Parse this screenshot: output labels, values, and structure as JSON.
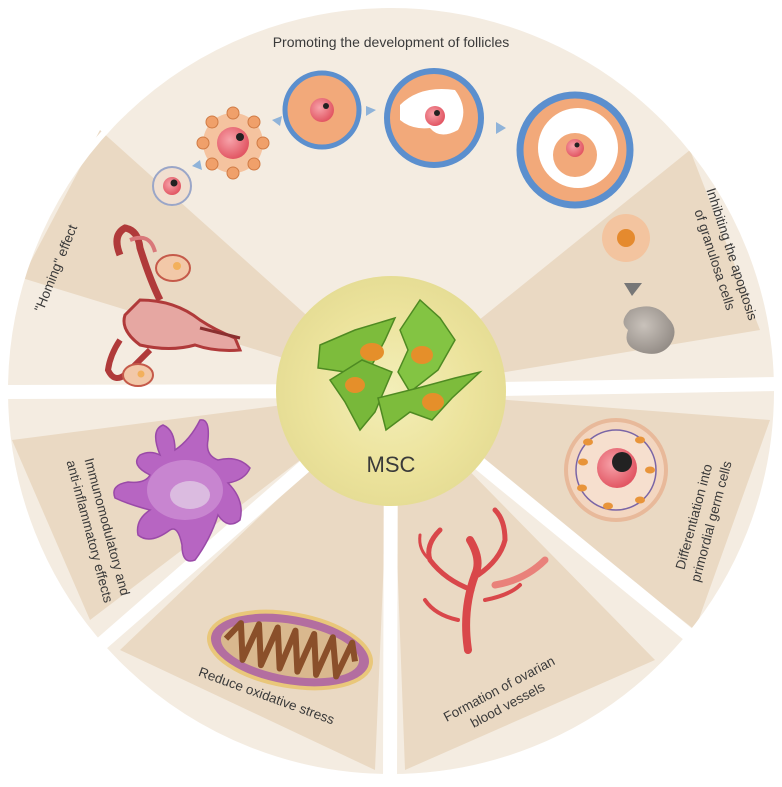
{
  "center": {
    "label": "MSC"
  },
  "sections": {
    "follicles": "Promoting the development of follicles",
    "apoptosis_line1": "Inhibiting the apoptosis",
    "apoptosis_line2": "of granulosa cells",
    "germ_line1": "Differentiation into",
    "germ_line2": "primordial germ cells",
    "vessels_line1": "Formation of ovarian",
    "vessels_line2": "blood vessels",
    "oxidative": "Reduce oxidative stress",
    "immuno_line1": "Immunomodulatory and",
    "immuno_line2": "anti-inflammatory effects",
    "homing": "\"Homing\" effect"
  },
  "colors": {
    "wedge_light": "#f4ece1",
    "wedge_dark": "#ead9c3",
    "divider": "#ffffff",
    "center_glow": "#f1ebae",
    "msc_cell": "#7dbc3c",
    "msc_nucleus": "#e58f2a",
    "oocyte": "#ef6f7a",
    "granulosa": "#f0a06a",
    "theca": "#5b8fce"
  },
  "icons": [
    "follicle-stage-icon",
    "granulosa-cell-icon",
    "apoptotic-cell-icon",
    "primordial-germ-cell-icon",
    "blood-vessel-icon",
    "mitochondrion-icon",
    "macrophage-icon",
    "uterus-ovary-icon",
    "msc-cells-icon"
  ]
}
